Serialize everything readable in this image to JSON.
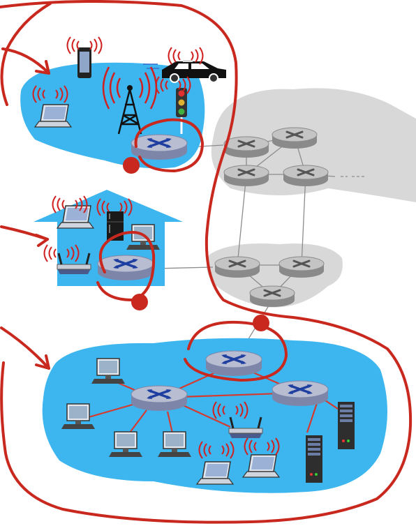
{
  "diagram": {
    "kind": "network-edge-access-diagram",
    "colors": {
      "access_fill": "#3db6ef",
      "core_cloud": "#c8c8c8",
      "router_top": "#b8bdd2",
      "router_side": "#7d86a8",
      "router_cross": "#1f3fa0",
      "link_red": "#d63a2f",
      "annotation_red": "#c8281d",
      "gray_link": "#8c8c8c"
    },
    "networks": [
      {
        "id": "mobile",
        "icons": [
          "smartphone-icon",
          "car-icon",
          "laptop-icon",
          "cell-tower-icon",
          "traffic-light-icon",
          "router-icon"
        ]
      },
      {
        "id": "home",
        "icons": [
          "laptop-icon",
          "refrigerator-icon",
          "desktop-icon",
          "wireless-router-icon",
          "router-icon"
        ]
      },
      {
        "id": "enterprise",
        "icons": [
          "desktop-icon",
          "laptop-icon",
          "server-icon",
          "wireless-router-icon",
          "router-icon"
        ]
      }
    ]
  }
}
